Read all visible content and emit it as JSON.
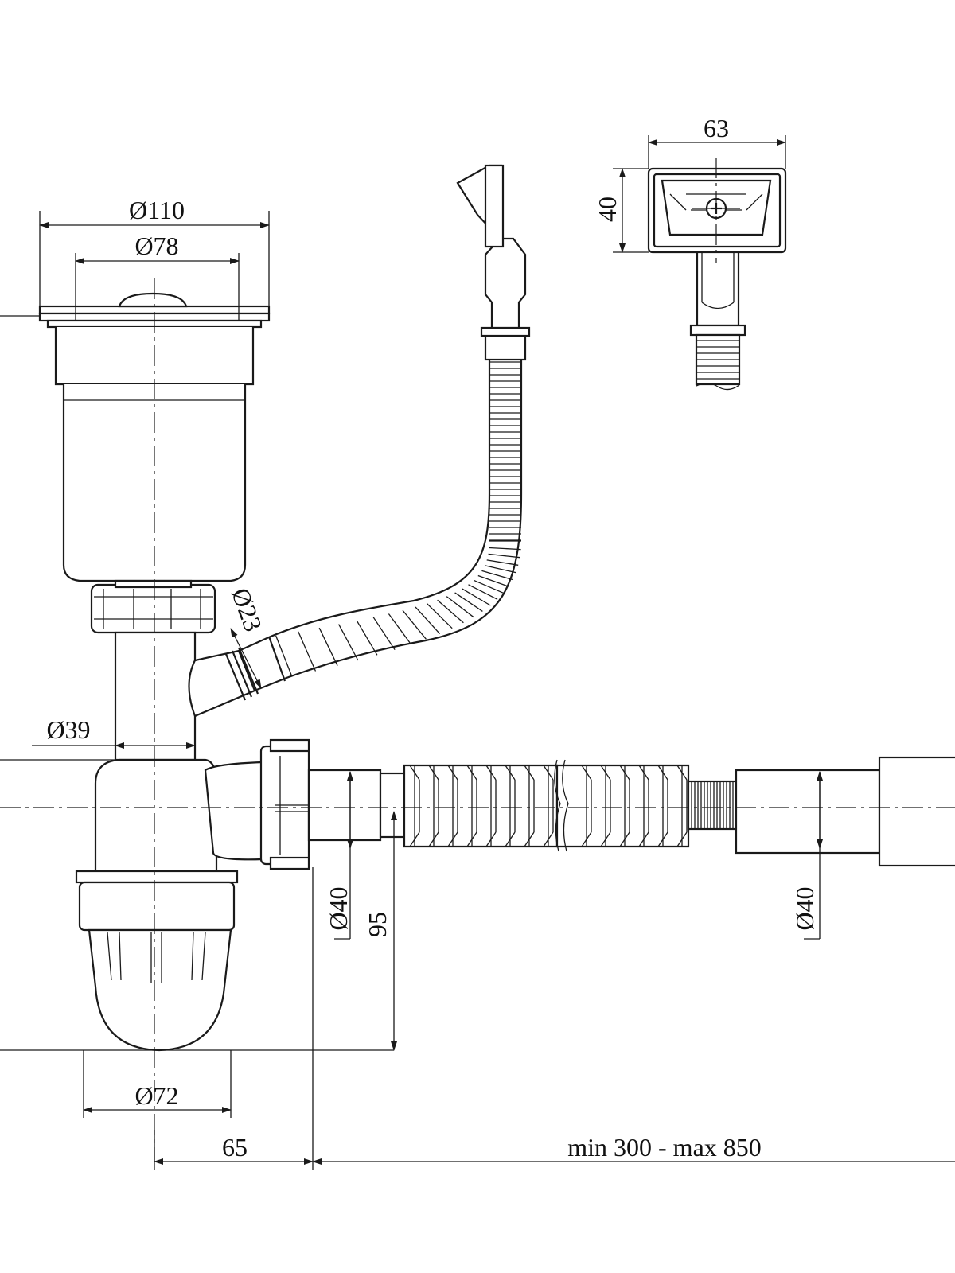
{
  "dimensions": {
    "outer_flange_diameter": "Ø110",
    "grate_diameter": "Ø78",
    "overflow_width": "63",
    "overflow_height": "40",
    "overflow_hose_diameter": "Ø23",
    "tailpipe_diameter": "Ø39",
    "outlet_diameter_left": "Ø40",
    "outlet_height": "95",
    "outlet_diameter_right": "Ø40",
    "bottle_diameter": "Ø72",
    "offset_65": "65",
    "hose_length_range": "min 300 - max 850"
  },
  "colors": {
    "line": "#1a1a1a",
    "background": "#ffffff"
  }
}
